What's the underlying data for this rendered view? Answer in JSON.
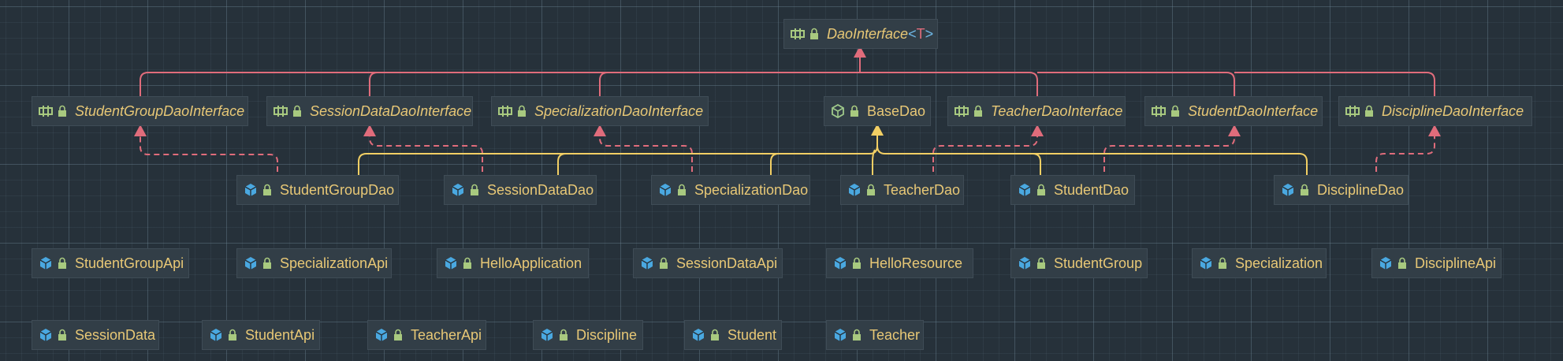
{
  "diagram": {
    "interfaces": {
      "dao_interface": {
        "name": "DaoInterface",
        "type_open": "<",
        "type_param": "T",
        "type_close": ">"
      },
      "student_group_dao_interface": "StudentGroupDaoInterface",
      "session_data_dao_interface": "SessionDataDaoInterface",
      "specialization_dao_interface": "SpecializationDaoInterface",
      "teacher_dao_interface": "TeacherDaoInterface",
      "student_dao_interface": "StudentDaoInterface",
      "discipline_dao_interface": "DisciplineDaoInterface"
    },
    "abstract_classes": {
      "base_dao": "BaseDao"
    },
    "dao_classes": {
      "student_group_dao": "StudentGroupDao",
      "session_data_dao": "SessionDataDao",
      "specialization_dao": "SpecializationDao",
      "teacher_dao": "TeacherDao",
      "student_dao": "StudentDao",
      "discipline_dao": "DisciplineDao"
    },
    "other_classes_row1": [
      "StudentGroupApi",
      "SpecializationApi",
      "HelloApplication",
      "SessionDataApi",
      "HelloResource",
      "StudentGroup",
      "Specialization",
      "DisciplineApi"
    ],
    "other_classes_row2": [
      "SessionData",
      "StudentApi",
      "TeacherApi",
      "Discipline",
      "Student",
      "Teacher"
    ]
  },
  "colors": {
    "background": "#26313a",
    "node_fill": "#323e47",
    "node_text": "#e8c876",
    "extends_arrow": "#e06c7b",
    "base_class_arrow": "#f2cf64",
    "interface_icon": "#a8c97f",
    "class_icon": "#4aa8e0",
    "abstract_icon": "#9fc98a",
    "lock_icon": "#a8c97f"
  },
  "icons": {
    "interface": "interface-icon",
    "class": "class-icon",
    "abstract_class": "abstract-class-icon",
    "visibility": "lock-icon"
  }
}
